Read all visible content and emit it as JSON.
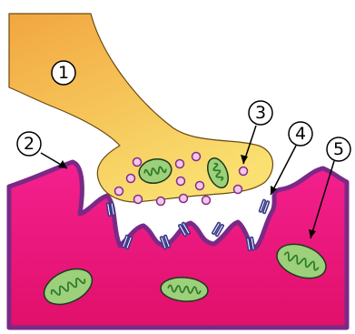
{
  "callouts": [
    {
      "id": "1",
      "label": "1"
    },
    {
      "id": "2",
      "label": "2"
    },
    {
      "id": "3",
      "label": "3"
    },
    {
      "id": "4",
      "label": "4"
    },
    {
      "id": "5",
      "label": "5"
    }
  ],
  "colors": {
    "axon_light": "#f2a640",
    "axon_dark": "#f9e070",
    "axon_outline": "#6a4a10",
    "muscle_top": "#f4208f",
    "muscle_bottom": "#e3126a",
    "membrane": "#7a2a86",
    "vesicle_fill": "#f0c8e8",
    "vesicle_stroke": "#8a2a8a",
    "mito_fill": "#9cd07a",
    "mito_crista": "#2f7a2a",
    "receptor": "#3a3a8a"
  }
}
